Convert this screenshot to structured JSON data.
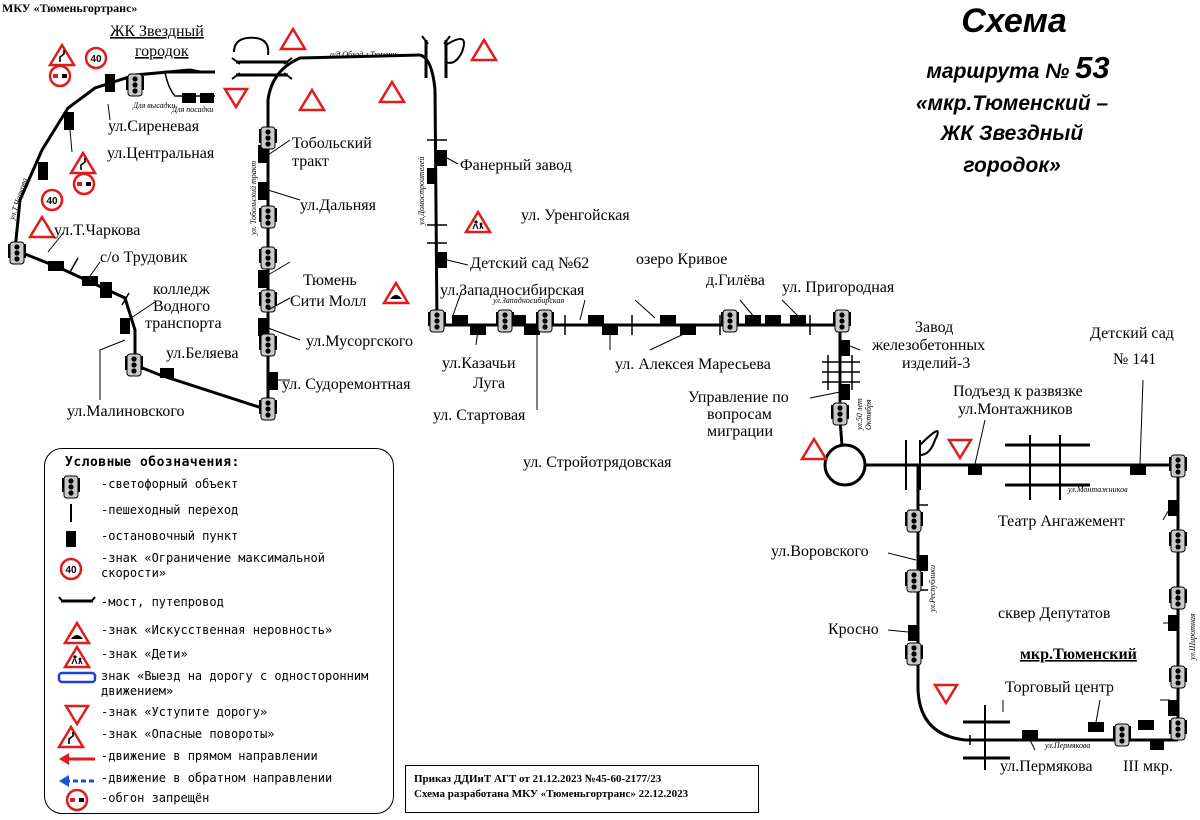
{
  "organization": "МКУ «Тюменьгортранс»",
  "title": {
    "line1": "Схема",
    "line2_prefix": "маршрута № ",
    "route_number": "53",
    "line3": "«мкр.Тюменский  –",
    "line4": "ЖК Звездный",
    "line5": "городок»"
  },
  "terminal_a": "ЖК Звездный городок",
  "terminal_a_line1": "ЖК Звездный",
  "terminal_a_line2": "городок",
  "terminal_b": "мкр.Тюменский",
  "stop_labels": {
    "siren": "ул.Сиреневая",
    "central": "ул.Центральная",
    "charkova": "ул.Т.Чаркова",
    "trudovik": "с/о Трудовик",
    "college1": "колледж",
    "college2": "Водного",
    "college3": "транспорта",
    "belyaeva": "ул.Беляева",
    "malinovsk": "ул.Малиновского",
    "tobolsk1": "Тобольский",
    "tobolsk2": "тракт",
    "dalnyaya": "ул.Дальняя",
    "city1": "Тюмень",
    "city2": "Сити Молл",
    "musorg": "ул.Мусоргского",
    "sudorem": "ул. Судоремонтная",
    "faner": "Фанерный завод",
    "kinder62": "Детский сад №62",
    "zapsib": "ул.Западносибирская",
    "kazachi1": "ул.Казачьи",
    "kazachi2": "Луга",
    "startova": "ул. Стартовая",
    "urengoy": "ул. Уренгойская",
    "stroyotr": "ул. Стройотрядовская",
    "krivoe": "озеро Кривое",
    "gileva": "д.Гилёва",
    "prigorod": "ул. Пригородная",
    "mareseva": "ул. Алексея Маресьева",
    "zavod1": "Завод",
    "zavod2": "железобетонных",
    "zavod3": "изделий-3",
    "migr1": "Управление по",
    "migr2": "вопросам",
    "migr3": "миграции",
    "podezd1": "Подъезд к развязке",
    "podezd2": "ул.Монтажников",
    "kinder141a": "Детский сад",
    "kinder141b": "№ 141",
    "teatr": "Театр Ангажемент",
    "vorovsk": "ул.Воровского",
    "krosno": "Кросно",
    "skver": "сквер Депутатов",
    "torg": "Торговый центр",
    "permyak": "ул.Пермякова",
    "mkr3": "III мкр."
  },
  "street_labels": {
    "obhod": "а/д Обход г.Тюмени",
    "vyisadka": "Для высадки",
    "posadka": "Для посадки",
    "charkova_v": "ул.Т.Чаркова",
    "tobolsk_v": "ул. Тобольский тракт",
    "domostr_v": "ул.Домостроителей",
    "zapsib_h": "ул.Западносибирская",
    "oct50_v1": "ул.50 лет",
    "oct50_v2": "Октября",
    "montazh_h": "ул.Монтажников",
    "respubl_v": "ул.Республики",
    "shiroton_v": "ул.Широтная",
    "permyak_h": "ул.Пермякова"
  },
  "legend": {
    "title": "Условные обозначения:",
    "items": [
      "-светофорный объект",
      "-пешеходный переход",
      "-остановочный пункт",
      "-знак «Ограничение максимальной скорости»",
      "-мост, путепровод",
      "-знак «Искусственная неровность»",
      "-знак «Дети»",
      "знак «Выезд на дорогу с односторонним движением»",
      "-знак «Уступите дорогу»",
      "-знак «Опасные повороты»",
      "-движение в прямом направлении",
      "-движение в обратном направлении",
      "-обгон запрещён"
    ],
    "speed_value": "40"
  },
  "order": {
    "line1": "Приказ ДДИиТ АГТ от 21.12.2023 №45-60-2177/23",
    "line2": "Схема разработана МКУ «Тюменьгортранс» 22.12.2023"
  },
  "speed_signs": [
    "40",
    "40"
  ],
  "colors": {
    "sign_red": "#e01b1b",
    "arrow_forward": "#e01b1b",
    "arrow_reverse": "#1f4fd6",
    "oneway_blue": "#1f3fd0",
    "route": "#000000"
  },
  "icons": {
    "traffic_light": "traffic-light-icon",
    "stop": "bus-stop-icon",
    "speed_limit": "speed-limit-sign-icon",
    "bump": "speed-bump-sign-icon",
    "children": "children-sign-icon",
    "give_way": "give-way-sign-icon",
    "danger_turns": "dangerous-turns-sign-icon",
    "no_overtake": "no-overtaking-sign-icon",
    "bridge": "bridge-icon"
  }
}
